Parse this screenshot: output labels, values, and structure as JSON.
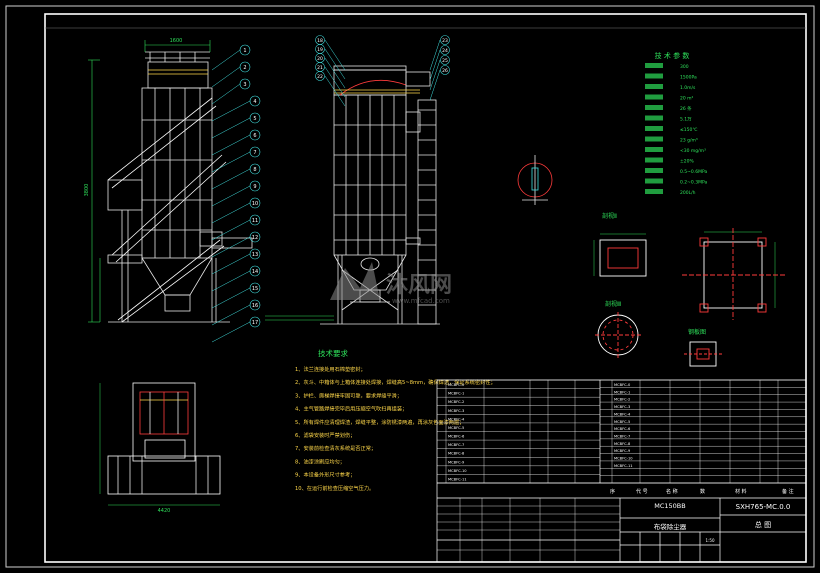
{
  "drawing": {
    "background": "#000000",
    "colors": {
      "frame": "#ffffff",
      "line": "#e6e6e6",
      "dim": "#2ee05a",
      "leader": "#40e0e0",
      "red": "#ff3b3b",
      "yellow": "#ffd84a",
      "text": "#f0f0f0"
    }
  },
  "watermark": {
    "brand": "沐风网",
    "url": "www.mfcad.com"
  },
  "tech_params": {
    "title": "技 术 参 数",
    "rows": [
      "300",
      "1500Pa",
      "1.0m/s",
      "20 m²",
      "26 条",
      "5.1万",
      "≤150℃",
      "23 g/m³",
      "<30 mg/m³",
      "±20%",
      "0.5~0.6MPa",
      "0.2~0.3MPa",
      "200L/h"
    ]
  },
  "views": {
    "section_a": "剖视Ⅱ",
    "section_b": "剖视Ⅲ",
    "section_c": "钢板图",
    "dims_front": [
      "1600",
      "3800"
    ],
    "dims_bottom": [
      "4420"
    ]
  },
  "tech_requirements": {
    "title": "技术要求",
    "items": [
      "1、法兰连接处用石棉垫密封；",
      "2、灰斗、中箱体与上箱体连接处焊接，焊缝高5~8mm，确保焊透，保证系统密封性；",
      "3、护栏、爬梯焊接牢固可靠，要求焊缝平滑；",
      "4、主气管路焊接完毕后用压缩空气吹扫再组装；",
      "5、所有焊件应清理焊渣，焊缝平整，涂防锈漆两遍，再涂灰色面漆两遍；",
      "6、滤袋安装时严禁划伤；",
      "7、安装前检查清灰系统是否正常；",
      "8、油漆涂刷应均匀；",
      "9、本设备外形尺寸参考；",
      "10、在运行前检查压缩空气压力。"
    ]
  },
  "title_block": {
    "model": "MC150BB",
    "name": "布袋除尘器",
    "drawing_no": "SXH765-MC.0.0",
    "sheet_label": "总 图",
    "header_cols": [
      "序",
      "代 号",
      "名 称",
      "数",
      "材 料",
      "备 注"
    ],
    "bom_codes": [
      "MCBFC-0",
      "MCBFC-1",
      "MCBFC-2",
      "MCBFC-3",
      "MCBFC-4",
      "MCBFC-5",
      "MCBFC-6",
      "MCBFC-7",
      "MCBFC-8",
      "MCBFC-9",
      "MCBFC-10",
      "MCBFC-11"
    ],
    "scale": "1:50"
  },
  "balloons": {
    "side": [
      "1",
      "2",
      "3",
      "4",
      "5",
      "6",
      "7",
      "8",
      "9",
      "10",
      "11",
      "12",
      "13",
      "14",
      "15",
      "16",
      "17"
    ],
    "front": [
      "18",
      "19",
      "20",
      "21",
      "22",
      "23",
      "24",
      "25",
      "26"
    ]
  }
}
